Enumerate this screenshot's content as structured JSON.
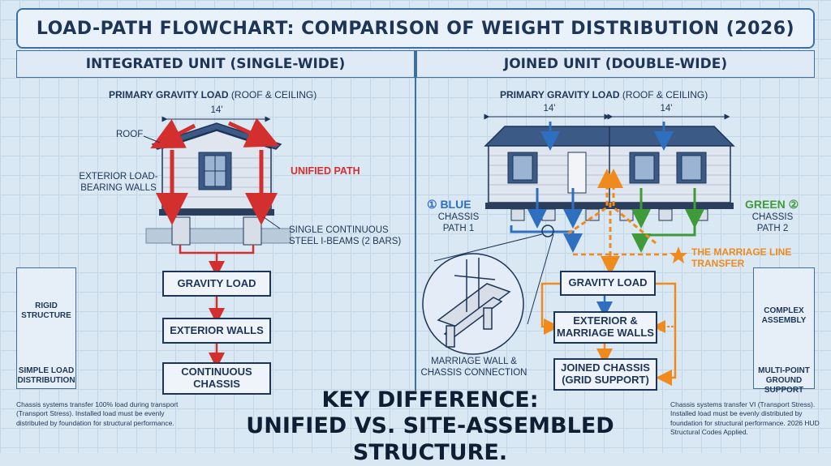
{
  "title": "LOAD-PATH FLOWCHART: COMPARISON OF WEIGHT DISTRIBUTION (2026)",
  "left": {
    "heading": "INTEGRATED UNIT (SINGLE-WIDE)",
    "primary_load_bold": "PRIMARY GRAVITY LOAD",
    "primary_load_rest": " (ROOF & CEILING)",
    "width": "14'",
    "roof": "ROOF",
    "walls": "EXTERIOR LOAD-BEARING WALLS",
    "unified_path": "UNIFIED PATH",
    "beams": "SINGLE CONTINUOUS STEEL I-BEAMS (2 BARS)",
    "flow": [
      "GRAVITY LOAD",
      "EXTERIOR WALLS",
      "CONTINUOUS CHASSIS"
    ],
    "panel": [
      "RIGID STRUCTURE",
      "SIMPLE LOAD DISTRIBUTION"
    ],
    "footnote": "Chassis systems transfer 100% load during transport (Transport Stress). Installed load must be evenly distributed by foundation for structural performance."
  },
  "right": {
    "heading": "JOINED UNIT (DOUBLE-WIDE)",
    "primary_load_bold": "PRIMARY GRAVITY LOAD",
    "primary_load_rest": " (ROOF & CEILING)",
    "width_left": "14'",
    "width_right": "14'",
    "blue_label": "① BLUE",
    "blue_path": "CHASSIS PATH 1",
    "green_label": "GREEN ②",
    "green_path": "CHASSIS PATH 2",
    "marriage_line": "THE MARRIAGE LINE TRANSFER",
    "connection": "MARRIAGE WALL & CHASSIS CONNECTION",
    "flow": [
      "GRAVITY LOAD",
      "EXTERIOR & MARRIAGE WALLS",
      "JOINED CHASSIS (GRID SUPPORT)"
    ],
    "panel": [
      "COMPLEX ASSEMBLY",
      "MULTI-POINT GROUND SUPPORT"
    ],
    "footnote": "Chassis systems transfer VI (Transport Stress). Installed load must be evenly distributed by foundation for structural performance. 2026 HUD Structural Codes Applied."
  },
  "key_difference": [
    "KEY DIFFERENCE:",
    "UNIFIED VS. SITE-ASSEMBLED STRUCTURE."
  ],
  "colors": {
    "red": "#d32f2f",
    "blue": "#2f6fc0",
    "green": "#3f9b3a",
    "orange": "#ef8a1e",
    "navy": "#1d3557"
  }
}
